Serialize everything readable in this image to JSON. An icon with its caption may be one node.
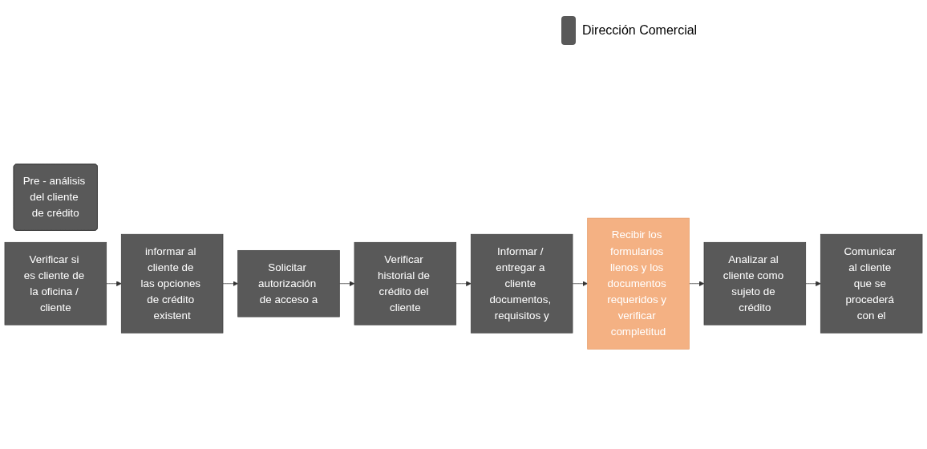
{
  "diagram": {
    "nodes": [
      {
        "text": [
          "Pre - análisis del cliente de crédito"
        ]
      },
      {
        "text": [
          "Verificar si es cliente de la oficina / cliente"
        ]
      },
      {
        "text": [
          "informar al cliente de las opciones de crédito existent"
        ]
      },
      {
        "text": [
          "Solicitar autorización de acceso a"
        ]
      },
      {
        "text": [
          "Verificar historial de crédito del cliente"
        ]
      },
      {
        "text": [
          "Informar / entregar a cliente documentos, requisitos y"
        ]
      },
      {
        "text": [
          "Recibir los formularios llenos y los documentos requeridos y verificar completitud"
        ]
      },
      {
        "text": [
          "Analizar al cliente como sujeto de crédito"
        ]
      },
      {
        "text": [
          "Comunicar al cliente que se procederá con el"
        ]
      }
    ],
    "edges": [
      {
        "from": 1,
        "to": 2,
        "arrow": "to"
      },
      {
        "from": 2,
        "to": 3,
        "arrow": "to"
      },
      {
        "from": 3,
        "to": 4,
        "arrow": "to"
      },
      {
        "from": 4,
        "to": 5,
        "arrow": "to"
      },
      {
        "from": 5,
        "to": 6,
        "arrow": "to"
      },
      {
        "from": 6,
        "to": 7,
        "arrow": "to"
      },
      {
        "from": 7,
        "to": 8,
        "arrow": "to"
      }
    ],
    "legend": [
      {
        "text": "Dirección Comercial",
        "color": "#595959"
      }
    ]
  }
}
